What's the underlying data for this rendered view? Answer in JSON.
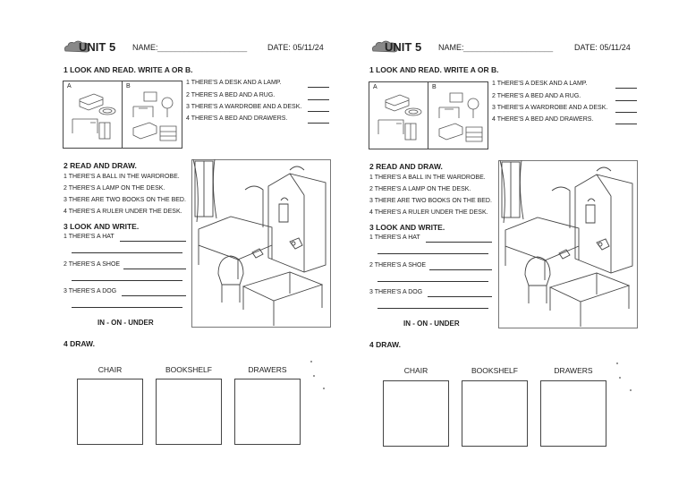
{
  "sheets": [
    {
      "unit": "UNIT 5",
      "name_label": "NAME:",
      "name_blank": "____________________",
      "date": "DATE: 05/11/24",
      "sec1": {
        "title": "1  LOOK AND READ. WRITE A OR B.",
        "box_a": "A",
        "box_b": "B",
        "items": [
          "1 THERE'S A DESK AND A LAMP.",
          "2 THERE'S A BED AND A RUG.",
          "3 THERE'S A WARDROBE AND A DESK.",
          "4 THERE'S A BED AND DRAWERS."
        ]
      },
      "sec2": {
        "title": "2 READ AND DRAW.",
        "items": [
          "1 THERE'S A BALL IN THE WARDROBE.",
          "2 THERE'S A LAMP ON THE DESK.",
          "3 THERE ARE TWO BOOKS ON THE BED.",
          "4 THERE'S A RULER UNDER THE DESK."
        ]
      },
      "sec3": {
        "title": "3 LOOK AND WRITE.",
        "items": [
          "1 THERE'S A HAT",
          "2 THERE'S A SHOE",
          "3 THERE'S A DOG"
        ],
        "hint": "IN - ON - UNDER"
      },
      "sec4": {
        "title": "4 DRAW.",
        "labels": [
          "CHAIR",
          "BOOKSHELF",
          "DRAWERS"
        ]
      }
    },
    {
      "unit": "UNIT 5",
      "name_label": "NAME:",
      "name_blank": "____________________",
      "date": "DATE: 05/11/24",
      "sec1": {
        "title": "1  LOOK AND READ. WRITE A OR B.",
        "box_a": "A",
        "box_b": "B",
        "items": [
          "1 THERE'S A DESK AND A LAMP.",
          "2 THERE'S A BED AND A RUG.",
          "3 THERE'S A WARDROBE AND A DESK.",
          "4 THERE'S A BED AND DRAWERS."
        ]
      },
      "sec2": {
        "title": "2 READ AND DRAW.",
        "items": [
          "1 THERE'S A BALL IN THE WARDROBE.",
          "2 THERE'S A LAMP ON THE DESK.",
          "3 THERE ARE TWO BOOKS ON THE BED.",
          "4 THERE'S A RULER UNDER THE DESK."
        ]
      },
      "sec3": {
        "title": "3 LOOK AND WRITE.",
        "items": [
          "1 THERE'S A HAT",
          "2 THERE'S A SHOE",
          "3 THERE'S A DOG"
        ],
        "hint": "IN - ON - UNDER"
      },
      "sec4": {
        "title": "4 DRAW.",
        "labels": [
          "CHAIR",
          "BOOKSHELF",
          "DRAWERS"
        ]
      }
    }
  ]
}
